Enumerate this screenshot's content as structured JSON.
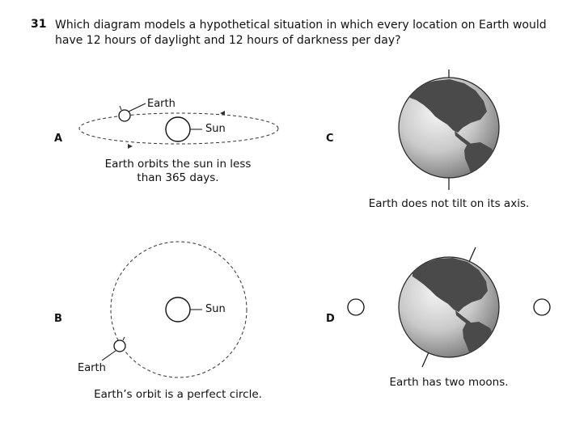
{
  "question": {
    "number": "31",
    "text": "Which diagram models a hypothetical situation in which every location on Earth would have 12 hours of daylight and 12 hours of darkness per day?"
  },
  "options": [
    {
      "letter": "A",
      "caption_line1": "Earth orbits the sun in less",
      "caption_line2": "than 365 days.",
      "earth_label": "Earth",
      "sun_label": "Sun"
    },
    {
      "letter": "B",
      "caption": "Earth’s orbit is a perfect circle.",
      "earth_label": "Earth",
      "sun_label": "Sun"
    },
    {
      "letter": "C",
      "caption": "Earth does not tilt on its axis."
    },
    {
      "letter": "D",
      "caption": "Earth has two moons."
    }
  ]
}
